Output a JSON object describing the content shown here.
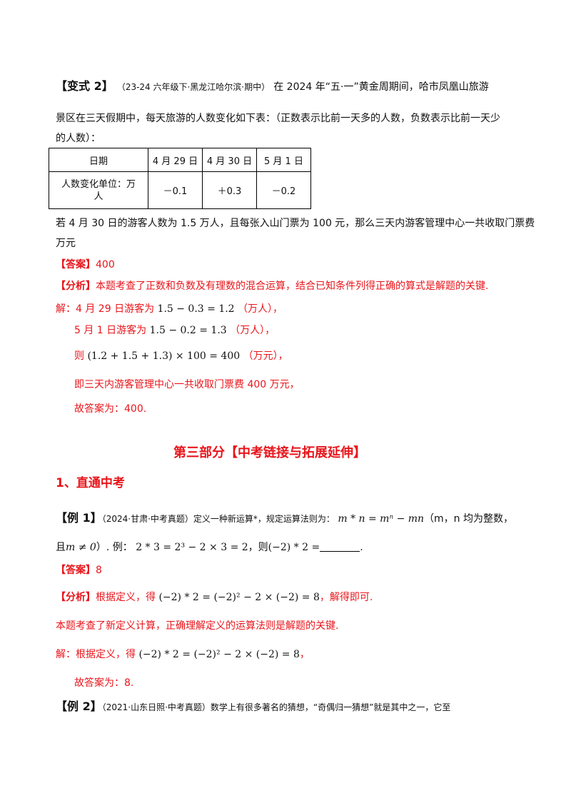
{
  "variant2": {
    "tag": "【变式 2】",
    "source": "（23-24 六年级下·黑龙江哈尔滨·期中）",
    "line1_text": "在 2024 年“五·一”黄金周期间，哈市凤凰山旅游",
    "line2": "景区在三天假期中，每天旅游的人数变化如下表：（正数表示比前一天多的人数，负数表示比前一天少",
    "line3": "的人数）：",
    "table": {
      "header": [
        "日期",
        "4 月 29 日",
        "4 月 30 日",
        "5 月 1 日"
      ],
      "row_label_1": "人数变化单位：万",
      "row_label_2": "人",
      "values": [
        "－0.1",
        "＋0.3",
        "－0.2"
      ]
    },
    "question_line1": "若 4 月 30 日的游客人数为 1.5 万人，且每张入山门票为 100 元，那么三天内游客管理中心一共收取门票费",
    "question_line2": "万元",
    "answer_tag": "【答案】",
    "answer_value": "400",
    "analysis_tag": "【分析】",
    "analysis_text": "本题考查了正数和负数及有理数的混合运算，结合已知条件列得正确的算式是解题的关键.",
    "sol_prefix": "解：4 月 29 日游客为",
    "sol_math1": "1.5 − 0.3 = 1.2",
    "sol_unit1": "（万人），",
    "sol2_prefix": "5 月 1 日游客为",
    "sol_math2": "1.5 − 0.2 = 1.3",
    "sol_unit2": "（万人），",
    "sol3_prefix": "则",
    "sol_math3": "(1.2 + 1.5 + 1.3) × 100 = 400",
    "sol_unit3": "（万元），",
    "sol4": "即三天内游客管理中心一共收取门票费 400 万元，",
    "sol5": "故答案为：400."
  },
  "part3_title": "第三部分【中考链接与拓展延伸】",
  "section1_title": "1、直通中考",
  "example1": {
    "tag": "【例 1】",
    "text_a": "（2024·甘肃·中考真题）定义一种新运算*，规定运算法则为：",
    "math_rule": "m * n = mⁿ − mn",
    "text_b": "（m，n 均为整数，",
    "line2_prefix": "且",
    "math_cond": "m ≠ 0",
    "line2_mid": "）. 例：",
    "math_example": "2 * 3 = 2³ − 2 × 3 = 2",
    "line2_then": "，则",
    "math_ask": "(−2) * 2 =",
    "line2_end": ".",
    "answer_tag": "【答案】",
    "answer_value": "8",
    "analysis_tag": "【分析】",
    "analysis_prefix": "根据定义，得",
    "math_analysis": "(−2) * 2 = (−2)² − 2 × (−2) = 8",
    "analysis_suffix": "，解得即可.",
    "note": "本题考查了新定义计算，正确理解定义的运算法则是解题的关键.",
    "sol_prefix": "解：根据定义，得",
    "math_sol": "(−2) * 2 = (−2)² − 2 × (−2) = 8",
    "sol_suffix": "，",
    "final": "故答案为：8."
  },
  "example2": {
    "tag": "【例 2】",
    "text": "（2021·山东日照·中考真题）数学上有很多著名的猜想，“奇偶归一猜想”就是其中之一，它至"
  }
}
